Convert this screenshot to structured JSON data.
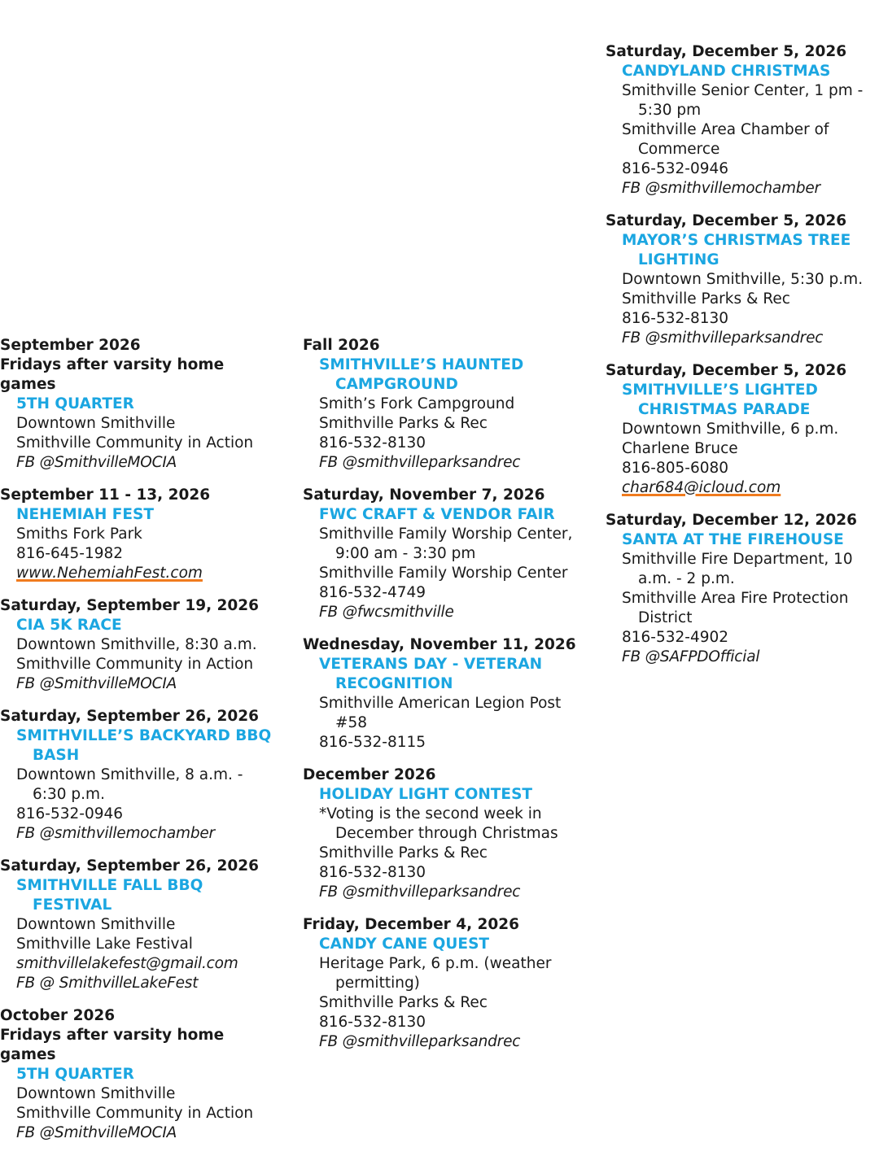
{
  "columns": [
    {
      "events": [
        {
          "lines": [
            {
              "type": "date",
              "text": "September 2026"
            },
            {
              "type": "date",
              "text": "Fridays after varsity home games"
            },
            {
              "type": "title",
              "text": "5TH QUARTER"
            },
            {
              "type": "detail",
              "text": "Downtown Smithville"
            },
            {
              "type": "detail",
              "text": "Smithville Community in Action"
            },
            {
              "type": "italic",
              "text": "FB @SmithvilleMOCIA"
            }
          ]
        },
        {
          "lines": [
            {
              "type": "date",
              "text": "September 11 - 13, 2026"
            },
            {
              "type": "title",
              "text": "NEHEMIAH FEST"
            },
            {
              "type": "detail",
              "text": "Smiths Fork Park"
            },
            {
              "type": "detail",
              "text": "816-645-1982"
            },
            {
              "type": "link",
              "text": "www.NehemiahFest.com"
            }
          ]
        },
        {
          "lines": [
            {
              "type": "date",
              "text": "Saturday, September 19, 2026"
            },
            {
              "type": "title",
              "text": "CIA 5K RACE"
            },
            {
              "type": "detail",
              "text": "Downtown Smithville, 8:30 a.m."
            },
            {
              "type": "detail",
              "text": "Smithville Community in Action"
            },
            {
              "type": "italic",
              "text": "FB @SmithvilleMOCIA"
            }
          ]
        },
        {
          "lines": [
            {
              "type": "date",
              "text": "Saturday, September 26, 2026"
            },
            {
              "type": "title",
              "text": "SMITHVILLE’S BACKYARD BBQ BASH"
            },
            {
              "type": "detail",
              "text": "Downtown Smithville, 8 a.m. - 6:30 p.m."
            },
            {
              "type": "detail",
              "text": "816-532-0946"
            },
            {
              "type": "italic",
              "text": "FB @smithvillemochamber"
            }
          ]
        },
        {
          "lines": [
            {
              "type": "date",
              "text": "Saturday, September 26, 2026"
            },
            {
              "type": "title",
              "text": "SMITHVILLE FALL BBQ FESTIVAL"
            },
            {
              "type": "detail",
              "text": "Downtown Smithville"
            },
            {
              "type": "detail",
              "text": "Smithville Lake Festival"
            },
            {
              "type": "italic",
              "text": "smithvillelakefest@gmail.com"
            },
            {
              "type": "italic",
              "text": "FB @ SmithvilleLakeFest"
            }
          ]
        },
        {
          "lines": [
            {
              "type": "date",
              "text": "October 2026"
            },
            {
              "type": "date",
              "text": "Fridays after varsity home games"
            },
            {
              "type": "title",
              "text": "5TH QUARTER"
            },
            {
              "type": "detail",
              "text": "Downtown Smithville"
            },
            {
              "type": "detail",
              "text": "Smithville Community in Action"
            },
            {
              "type": "italic",
              "text": "FB @SmithvilleMOCIA"
            }
          ]
        }
      ]
    },
    {
      "events": [
        {
          "lines": [
            {
              "type": "date",
              "text": "Fall 2026"
            },
            {
              "type": "title",
              "text": "SMITHVILLE’S HAUNTED CAMPGROUND"
            },
            {
              "type": "detail",
              "text": "Smith’s Fork Campground"
            },
            {
              "type": "detail",
              "text": "Smithville Parks & Rec"
            },
            {
              "type": "detail",
              "text": "816-532-8130"
            },
            {
              "type": "italic",
              "text": "FB @smithvilleparksandrec"
            }
          ]
        },
        {
          "lines": [
            {
              "type": "date",
              "text": "Saturday, November 7, 2026"
            },
            {
              "type": "title",
              "text": "FWC CRAFT & VENDOR FAIR"
            },
            {
              "type": "detail",
              "text": "Smithville Family Worship Center, 9:00 am - 3:30 pm"
            },
            {
              "type": "detail",
              "text": "Smithville Family Worship Center"
            },
            {
              "type": "detail",
              "text": "816-532-4749"
            },
            {
              "type": "italic",
              "text": "FB @fwcsmithville"
            }
          ]
        },
        {
          "lines": [
            {
              "type": "date",
              "text": "Wednesday, November 11, 2026"
            },
            {
              "type": "title",
              "text": "VETERANS DAY - VETERAN RECOGNITION"
            },
            {
              "type": "detail",
              "text": "Smithville American Legion Post #58"
            },
            {
              "type": "detail",
              "text": "816-532-8115"
            }
          ]
        },
        {
          "lines": [
            {
              "type": "date",
              "text": "December 2026"
            },
            {
              "type": "title",
              "text": "HOLIDAY LIGHT CONTEST"
            },
            {
              "type": "detail",
              "text": "*Voting is the second week in December through Christmas"
            },
            {
              "type": "detail",
              "text": "Smithville Parks & Rec"
            },
            {
              "type": "detail",
              "text": "816-532-8130"
            },
            {
              "type": "italic",
              "text": "FB @smithvilleparksandrec"
            }
          ]
        },
        {
          "lines": [
            {
              "type": "date",
              "text": "Friday, December 4, 2026"
            },
            {
              "type": "title",
              "text": "CANDY CANE QUEST"
            },
            {
              "type": "detail",
              "text": "Heritage Park, 6 p.m. (weather permitting)"
            },
            {
              "type": "detail",
              "text": "Smithville Parks & Rec"
            },
            {
              "type": "detail",
              "text": "816-532-8130"
            },
            {
              "type": "italic",
              "text": "FB @smithvilleparksandrec"
            }
          ]
        }
      ]
    },
    {
      "events": [
        {
          "lines": [
            {
              "type": "date",
              "text": "Saturday, December 5, 2026"
            },
            {
              "type": "title",
              "text": "CANDYLAND CHRISTMAS"
            },
            {
              "type": "detail",
              "text": "Smithville Senior Center, 1 pm - 5:30 pm"
            },
            {
              "type": "detail",
              "text": "Smithville Area Chamber of Commerce"
            },
            {
              "type": "detail",
              "text": "816-532-0946"
            },
            {
              "type": "italic",
              "text": "FB @smithvillemochamber"
            }
          ]
        },
        {
          "lines": [
            {
              "type": "date",
              "text": "Saturday, December 5, 2026"
            },
            {
              "type": "title",
              "text": "MAYOR’S CHRISTMAS TREE LIGHTING"
            },
            {
              "type": "detail",
              "text": "Downtown Smithville, 5:30 p.m."
            },
            {
              "type": "detail",
              "text": "Smithville Parks & Rec"
            },
            {
              "type": "detail",
              "text": "816-532-8130"
            },
            {
              "type": "italic",
              "text": "FB @smithvilleparksandrec"
            }
          ]
        },
        {
          "lines": [
            {
              "type": "date",
              "text": "Saturday, December 5, 2026"
            },
            {
              "type": "title",
              "text": "SMITHVILLE’S LIGHTED CHRISTMAS PARADE"
            },
            {
              "type": "detail",
              "text": "Downtown Smithville, 6 p.m."
            },
            {
              "type": "detail",
              "text": "Charlene Bruce"
            },
            {
              "type": "detail",
              "text": "816-805-6080"
            },
            {
              "type": "link",
              "text": "char684@icloud.com"
            }
          ]
        },
        {
          "lines": [
            {
              "type": "date",
              "text": "Saturday, December 12, 2026"
            },
            {
              "type": "title",
              "text": "SANTA AT THE FIREHOUSE"
            },
            {
              "type": "detail",
              "text": "Smithville Fire Department, 10 a.m. - 2 p.m."
            },
            {
              "type": "detail",
              "text": "Smithville Area Fire Protection District"
            },
            {
              "type": "detail",
              "text": "816-532-4902"
            },
            {
              "type": "italic",
              "text": "FB @SAFPDOfficial"
            }
          ]
        }
      ]
    }
  ]
}
